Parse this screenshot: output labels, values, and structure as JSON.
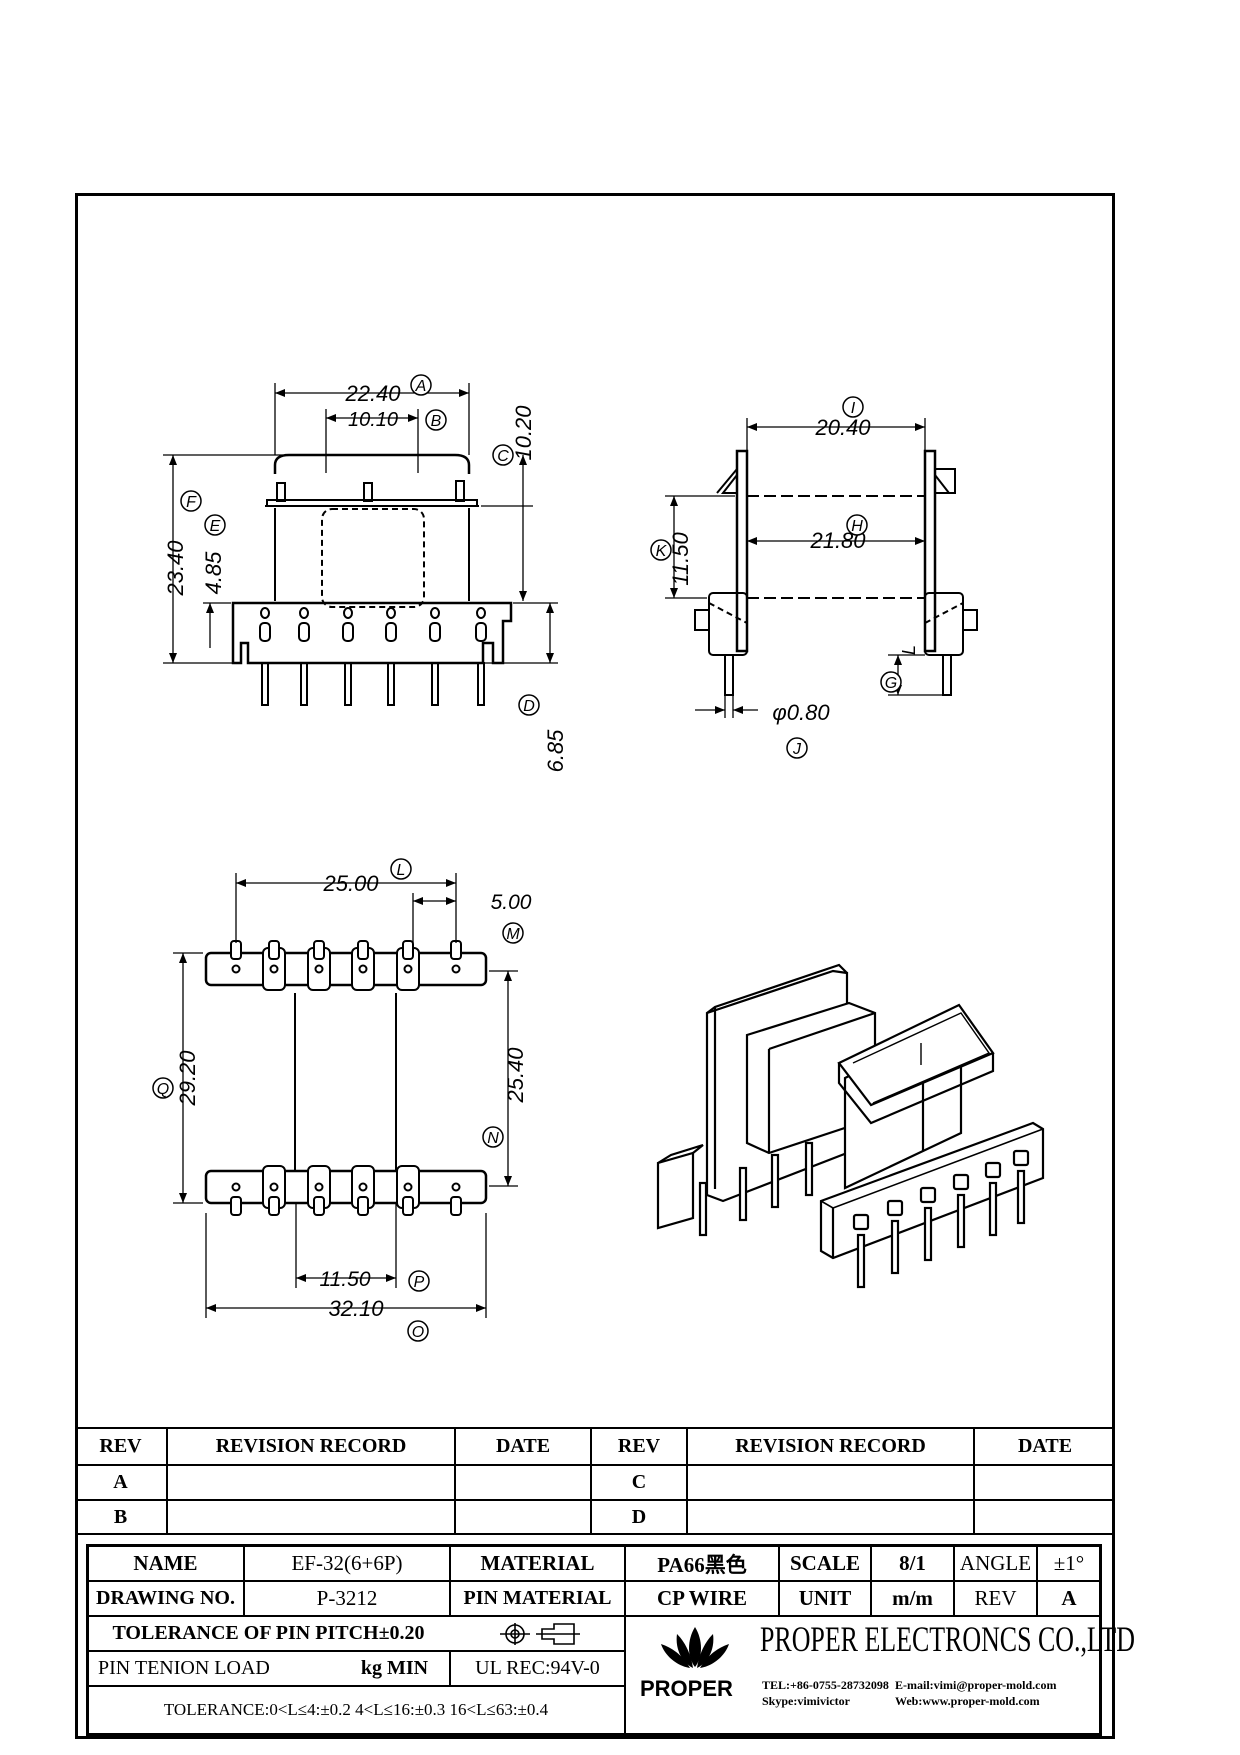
{
  "dimensions": {
    "A": {
      "label": "A",
      "value": "22.40"
    },
    "B": {
      "label": "B",
      "value": "10.10"
    },
    "C": {
      "label": "C",
      "value": "10.20"
    },
    "D": {
      "label": "D",
      "value": "6.85"
    },
    "E": {
      "label": "E",
      "value": "4.85"
    },
    "F": {
      "label": "F",
      "value": "23.40"
    },
    "G": {
      "label": "G",
      "value": "L"
    },
    "H": {
      "label": "H",
      "value": "21.80"
    },
    "I": {
      "label": "I",
      "value": "20.40"
    },
    "J": {
      "label": "J",
      "value": "φ0.80"
    },
    "K": {
      "label": "K",
      "value": "11.50"
    },
    "L": {
      "label": "L",
      "value": "25.00"
    },
    "M": {
      "label": "M",
      "value": "5.00"
    },
    "N": {
      "label": "N",
      "value": "25.40"
    },
    "O": {
      "label": "O",
      "value": "32.10"
    },
    "P": {
      "label": "P",
      "value": "11.50"
    },
    "Q": {
      "label": "Q",
      "value": "29.20"
    }
  },
  "revision_table": {
    "headers": [
      "REV",
      "REVISION RECORD",
      "DATE",
      "REV",
      "REVISION RECORD",
      "DATE"
    ],
    "rows": [
      [
        "A",
        "",
        "",
        "C",
        "",
        ""
      ],
      [
        "B",
        "",
        "",
        "D",
        "",
        ""
      ]
    ]
  },
  "title_block": {
    "name_label": "NAME",
    "name_value": "EF-32(6+6P)",
    "material_label": "MATERIAL",
    "material_value": "PA66黑色",
    "scale_label": "SCALE",
    "scale_value": "8/1",
    "angle_label": "ANGLE",
    "angle_value": "±1°",
    "drawing_no_label": "DRAWING NO.",
    "drawing_no_value": "P-3212",
    "pin_material_label": "PIN MATERIAL",
    "pin_material_value": "CP WIRE",
    "unit_label": "UNIT",
    "unit_value": "m/m",
    "rev_label": "REV",
    "rev_value": "A",
    "tolerance_pitch": "TOLERANCE OF PIN PITCH±0.20",
    "pin_tension_label": "PIN TENION LOAD",
    "pin_tension_unit": "kg MIN",
    "ul_rec": "UL REC:94V-0",
    "tolerance_general": "TOLERANCE:0<L≤4:±0.2  4<L≤16:±0.3  16<L≤63:±0.4"
  },
  "company": {
    "logo_text": "PROPER",
    "name": "PROPER ELECTRONCS CO.,LTD",
    "tel": "TEL:+86-0755-28732098",
    "skype": "Skype:vimivictor",
    "email": "E-mail:vimi@proper-mold.com",
    "web": "Web:www.proper-mold.com"
  }
}
